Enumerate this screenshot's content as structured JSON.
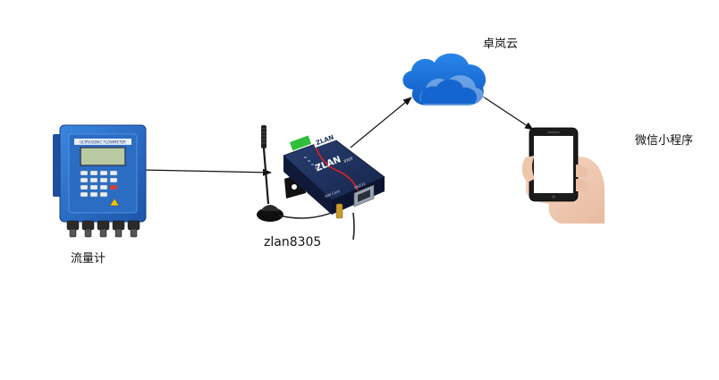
{
  "nodes": {
    "flowmeter": {
      "label": "流量计",
      "panel_text": "ULTRASONIC FLOWMETER",
      "body_color": "#2a6fc9"
    },
    "gateway": {
      "label": "zlan8305",
      "brand": "ZLAN",
      "model": "8305",
      "sim_text": "SIM Card",
      "port_text": "RS232",
      "body_color": "#1c2f5e"
    },
    "cloud": {
      "label": "卓岚云",
      "color": "#1a6ed8"
    },
    "phone": {
      "label": "微信小程序"
    }
  },
  "connections": [
    {
      "from": "flowmeter",
      "to": "gateway"
    },
    {
      "from": "gateway",
      "to": "cloud"
    },
    {
      "from": "cloud",
      "to": "phone"
    }
  ]
}
